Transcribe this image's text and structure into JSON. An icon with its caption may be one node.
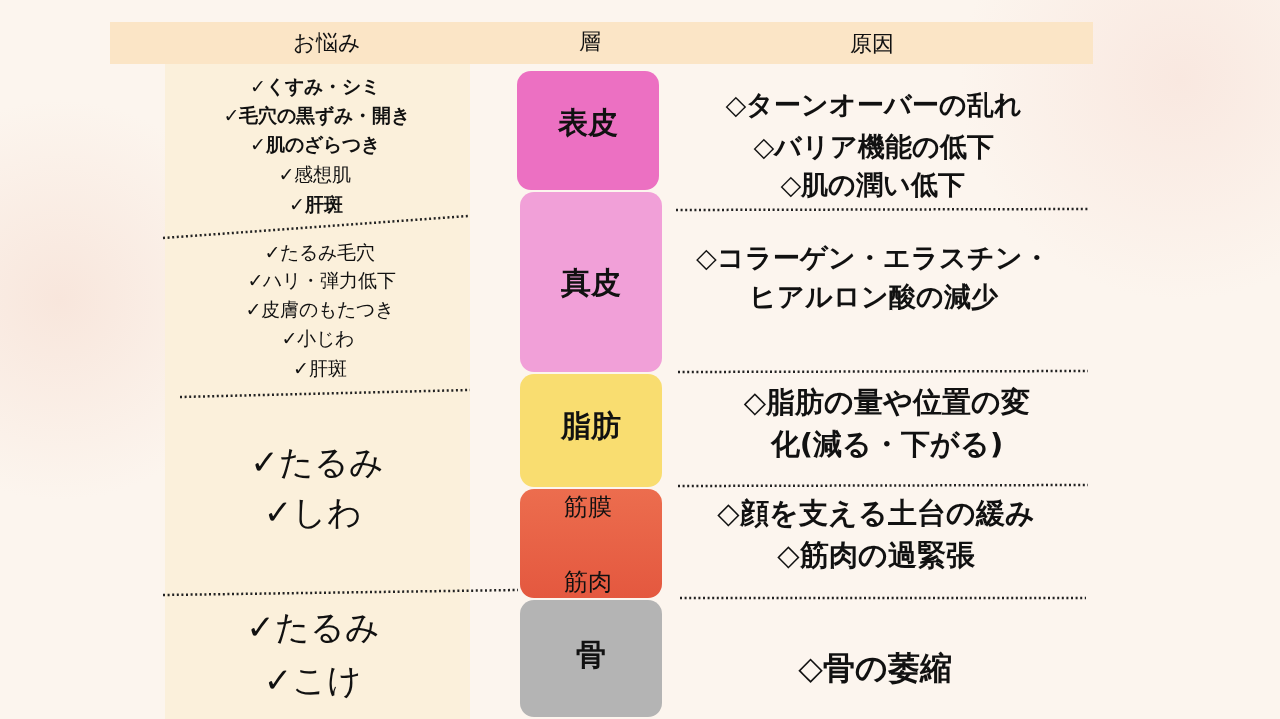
{
  "diagram": {
    "nodes": [
      {
        "text": [
          "お悩み",
          "層",
          "原因"
        ]
      },
      {
        "text": [
          "表皮"
        ]
      },
      {
        "text": [
          "真皮"
        ]
      },
      {
        "text": [
          "脂肪"
        ]
      },
      {
        "text": [
          "筋膜",
          "筋肉"
        ]
      },
      {
        "text": [
          "骨"
        ]
      }
    ],
    "labels": [
      "✓くすみ・シミ",
      "✓毛穴の黒ずみ・開き",
      "✓肌のざらつき",
      "✓感想肌",
      "✓肝斑",
      "◇ターンオーバーの乱れ",
      "◇バリア機能の低下",
      "◇肌の潤い低下",
      "✓たるみ毛穴",
      "✓ハリ・弾力低下",
      "✓皮膚のもたつき",
      "✓小じわ",
      "✓肝斑",
      "◇コラーゲン・エラスチン・ヒアルロン酸の減少",
      "✓たるみ",
      "✓しわ",
      "◇脂肪の量や位置の変化(減る・下がる)",
      "◇顔を支える土台の緩み",
      "◇筋肉の過緊張",
      "✓たるみ",
      "✓こけ",
      "◇骨の萎縮"
    ]
  }
}
